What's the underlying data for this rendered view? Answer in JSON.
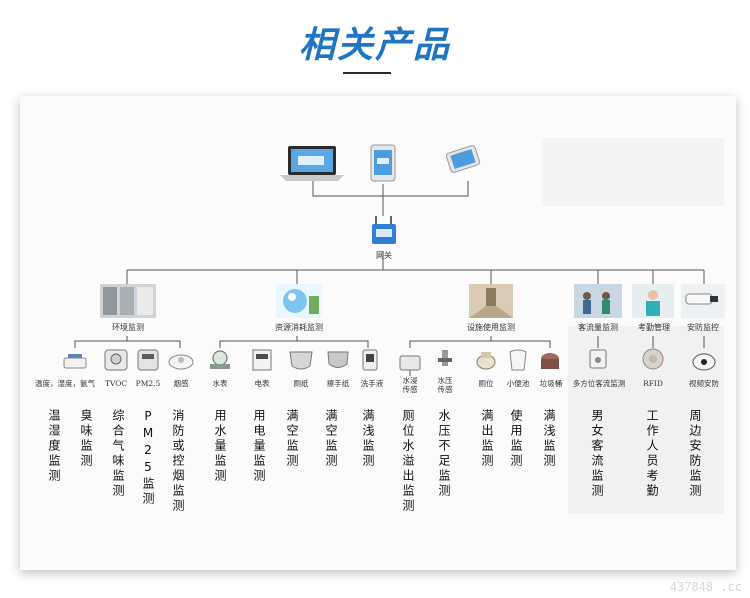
{
  "page": {
    "title": "相关产品",
    "watermark": "437848 .cc"
  },
  "diagram": {
    "gateway_label": "网关",
    "categories": [
      {
        "label": "环境监测",
        "image": "restroom-photo"
      },
      {
        "label": "资源消耗监测",
        "image": "water-resource-graphic"
      },
      {
        "label": "设施使用监测",
        "image": "corridor-photo"
      },
      {
        "label": "客流量监测",
        "image": "people-flow-photo"
      },
      {
        "label": "考勤管理",
        "image": "cleaner-photo"
      },
      {
        "label": "安防监控",
        "image": "cctv-camera-photo"
      }
    ],
    "devices": [
      {
        "label": "温度，湿度，氨气",
        "icon": "temp-humidity-sensor-icon"
      },
      {
        "label": "TVOC",
        "icon": "tvoc-sensor-icon"
      },
      {
        "label": "PM2.5",
        "icon": "pm25-sensor-icon"
      },
      {
        "label": "烟感",
        "icon": "smoke-detector-icon"
      },
      {
        "label": "水表",
        "icon": "water-meter-icon"
      },
      {
        "label": "电表",
        "icon": "electric-meter-icon"
      },
      {
        "label": "厕纸",
        "icon": "toilet-paper-dispenser-icon"
      },
      {
        "label": "擦手纸",
        "icon": "hand-towel-dispenser-icon"
      },
      {
        "label": "洗手液",
        "icon": "soap-dispenser-icon"
      },
      {
        "label": "水浸\n传感",
        "icon": "water-leak-sensor-icon"
      },
      {
        "label": "水压\n传感",
        "icon": "water-pressure-sensor-icon"
      },
      {
        "label": "厕位",
        "icon": "toilet-occupancy-icon"
      },
      {
        "label": "小便池",
        "icon": "urinal-icon"
      },
      {
        "label": "垃圾桶",
        "icon": "trash-bin-icon"
      },
      {
        "label": "多方位客流监测",
        "icon": "people-counter-icon"
      },
      {
        "label": "RFID",
        "icon": "rfid-reader-icon"
      },
      {
        "label": "视频安防",
        "icon": "dome-camera-icon"
      }
    ],
    "monitoring": [
      "温湿度监测",
      "臭味监测",
      "综合气味监测",
      "PM25监测",
      "消防或控烟监测",
      "用水量监测",
      "用电量监测",
      "满空监测",
      "满空监测",
      "满浅监测",
      "厕位水溢出监测",
      "水压不足监测",
      "满出监测",
      "使用监测",
      "满浅监测",
      "男女客流监测",
      "工作人员考勤",
      "周边安防监测"
    ]
  }
}
